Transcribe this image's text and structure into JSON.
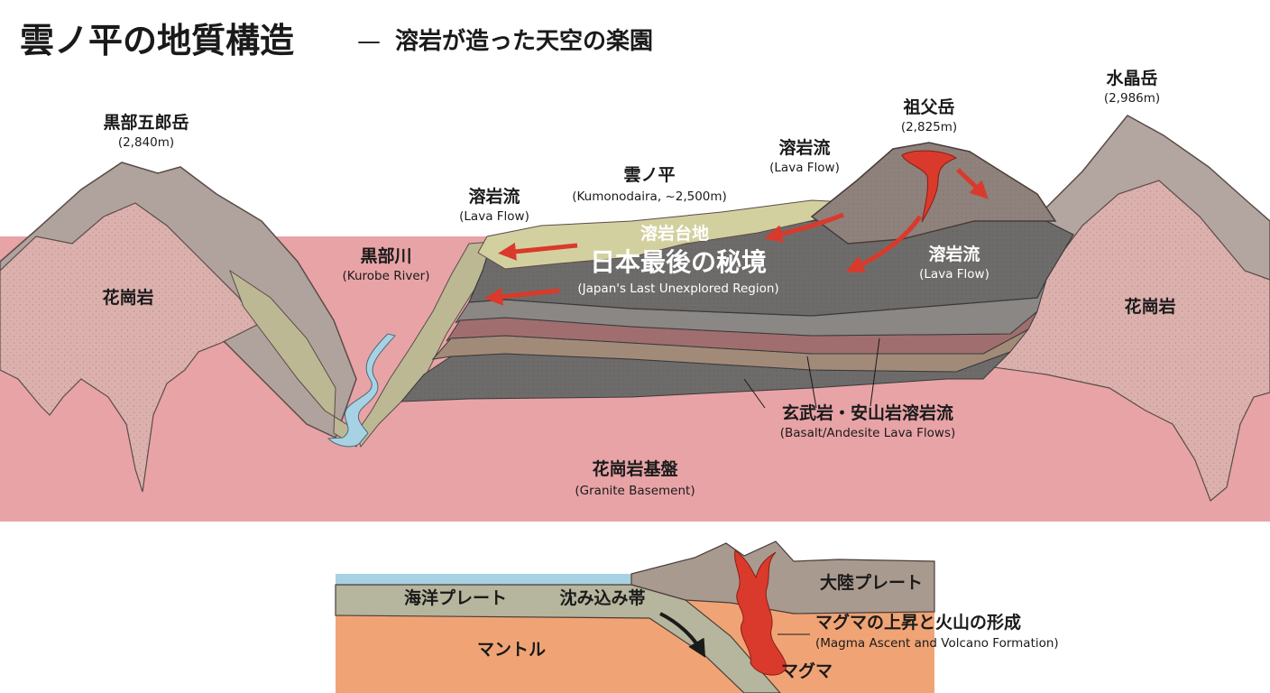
{
  "title": {
    "main": "雲ノ平の地質構造",
    "dash": "—",
    "sub": "溶岩が造った天空の楽園"
  },
  "peaks": {
    "kurobegoro": {
      "name": "黒部五郎岳",
      "elev": "(2,840m)"
    },
    "sofu": {
      "name": "祖父岳",
      "elev": "(2,825m)"
    },
    "suisho": {
      "name": "水晶岳",
      "elev": "(2,986m)"
    }
  },
  "river": {
    "ja": "黒部川",
    "en": "(Kurobe River)"
  },
  "kumonodaira": {
    "ja": "雲ノ平",
    "en": "(Kumonodaira, ~2,500m)"
  },
  "lava_flow_left": {
    "ja": "溶岩流",
    "en": "(Lava Flow)"
  },
  "lava_flow_top": {
    "ja": "溶岩流",
    "en": "(Lava Flow)"
  },
  "lava_flow_right": {
    "ja": "溶岩流",
    "en": "(Lava Flow)"
  },
  "plateau": {
    "ja": "溶岩台地",
    "headline": "日本最後の秘境",
    "en": "(Japan's Last Unexplored Region)"
  },
  "granite_left": "花崗岩",
  "granite_right": "花崗岩",
  "lava_layers": {
    "ja": "玄武岩・安山岩溶岩流",
    "en": "(Basalt/Andesite Lava Flows)"
  },
  "basement": {
    "ja": "花崗岩基盤",
    "en": "(Granite Basement)"
  },
  "inset": {
    "oceanic_plate": "海洋プレート",
    "subduction_zone": "沈み込み帯",
    "continental_plate": "大陸プレート",
    "mantle": "マントル",
    "magma_ascent_ja": "マグマの上昇と火山の形成",
    "magma_ascent_en": "(Magma Ascent and Volcano Formation)",
    "magma": "マグマ"
  },
  "colors": {
    "basement": "#e8a3a6",
    "granite": "#dcb0ad",
    "rock": "#a59a94",
    "valley": "#bdb894",
    "plateau_top": "#d3d0a0",
    "lava_dark": "#6e6c6a",
    "lava_red": "#d93a2b",
    "mantle": "#f0a475",
    "ocean": "#a7d2e4",
    "plate": "#b6b59d",
    "continent": "#a99a90"
  }
}
